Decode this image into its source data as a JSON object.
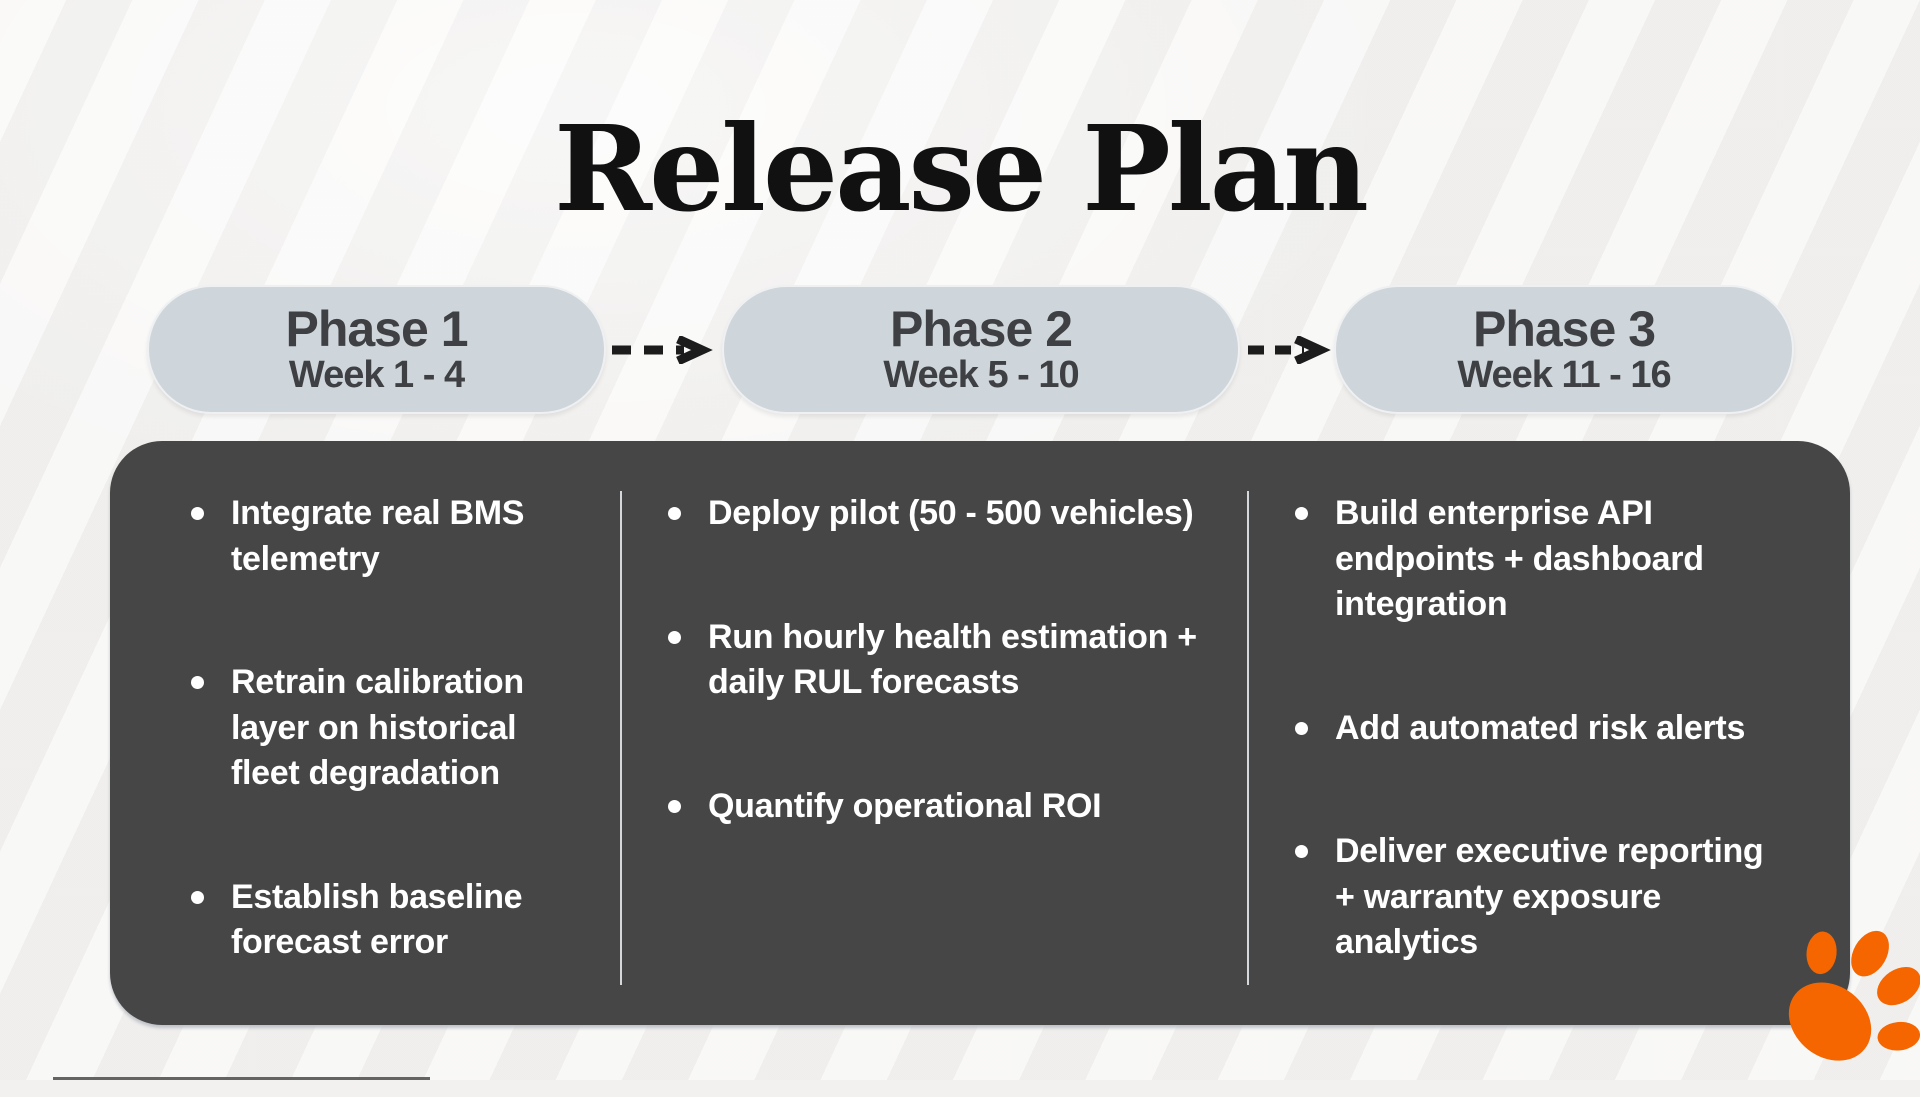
{
  "slide": {
    "title": "Release Plan",
    "colors": {
      "background": "#F2F1EF",
      "title_text": "#111111",
      "pill_background": "#CED5DB",
      "pill_text": "#3E4043",
      "panel_background": "#464646",
      "panel_text": "#FFFFFF",
      "divider": "#D5D8DB",
      "arrow": "#1C1C1C",
      "logo_orange": "#F56600"
    }
  },
  "phases": [
    {
      "label": "Phase 1",
      "weeks": "Week 1 - 4",
      "bullets": [
        "Integrate real BMS telemetry",
        "Retrain calibration layer on historical fleet degradation",
        "Establish baseline forecast error"
      ]
    },
    {
      "label": "Phase 2",
      "weeks": "Week 5 - 10",
      "bullets": [
        "Deploy pilot (50 - 500 vehicles)",
        "Run hourly health estimation + daily RUL forecasts",
        "Quantify operational ROI"
      ]
    },
    {
      "label": "Phase 3",
      "weeks": "Week 11 - 16",
      "bullets": [
        "Build enterprise API endpoints + dashboard integration",
        "Add automated risk alerts",
        "Deliver executive reporting + warranty exposure analytics"
      ]
    }
  ],
  "logo": {
    "name": "tiger-paw",
    "color": "#F56600"
  }
}
